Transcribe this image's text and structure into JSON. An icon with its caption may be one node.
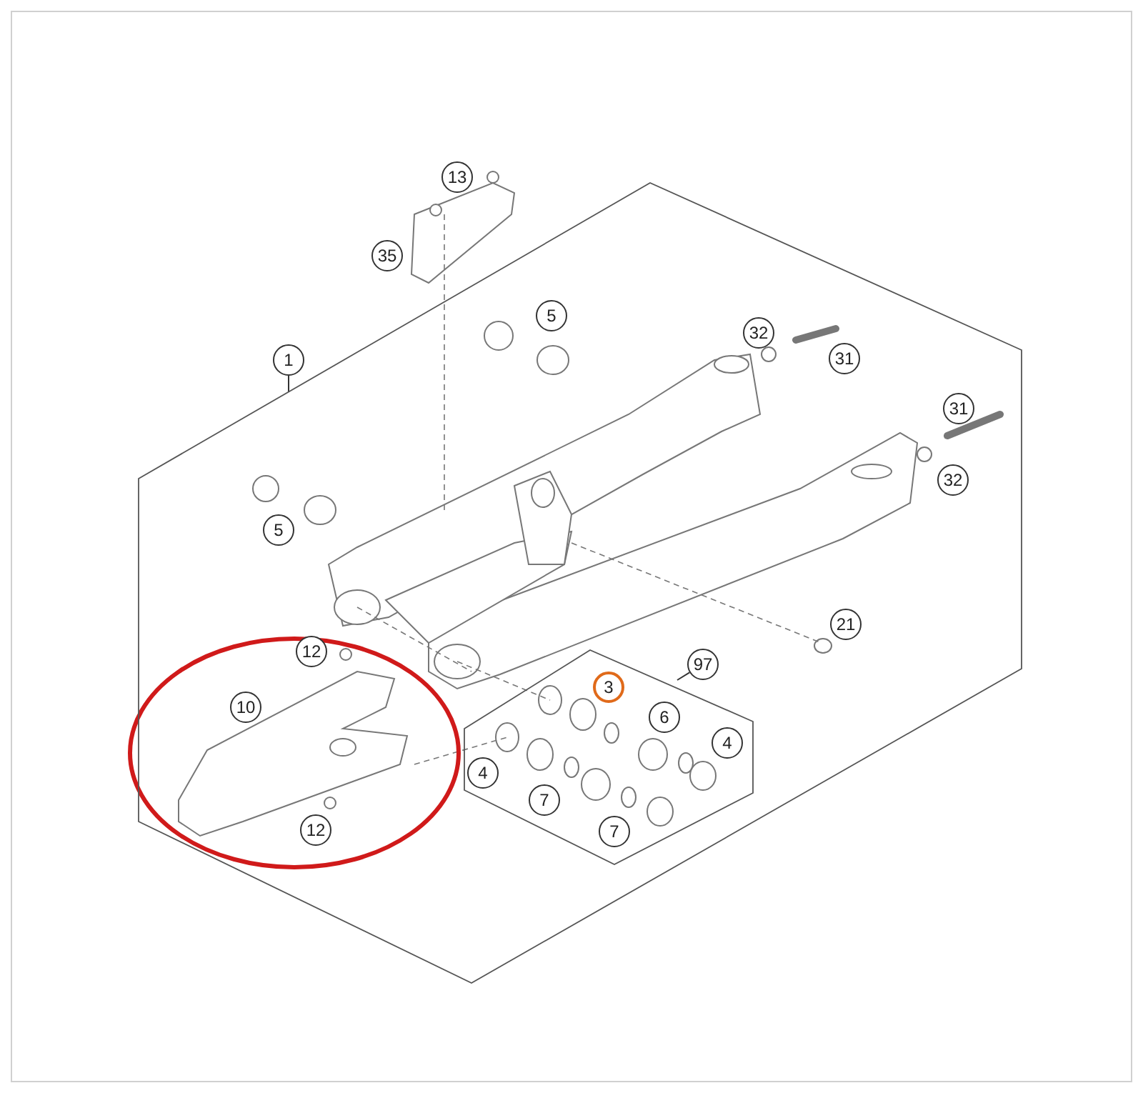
{
  "diagram": {
    "nodes": [
      {
        "text": [
          "13"
        ]
      },
      {
        "text": [
          "35"
        ]
      },
      {
        "text": [
          "1"
        ]
      },
      {
        "text": [],
        "shape": "box"
      },
      {
        "text": [
          "5"
        ],
        "in": 3
      },
      {
        "text": [
          "32"
        ],
        "in": 3
      },
      {
        "text": [
          "31"
        ],
        "in": 3
      },
      {
        "text": [
          "31"
        ],
        "in": 3
      },
      {
        "text": [
          "32"
        ],
        "in": 3
      },
      {
        "text": [
          "5"
        ],
        "in": 3
      },
      {
        "text": [
          "21"
        ],
        "in": 3
      },
      {
        "text": [
          "12"
        ],
        "in": 3
      },
      {
        "text": [
          "97"
        ],
        "in": 3
      },
      {
        "text": [],
        "shape": "box",
        "in": 3
      },
      {
        "text": [
          "3"
        ],
        "in": 13
      },
      {
        "text": [
          "10"
        ],
        "in": 3
      },
      {
        "text": [
          "6"
        ],
        "in": 13
      },
      {
        "text": [
          "4"
        ],
        "in": 13
      },
      {
        "text": [
          "4"
        ],
        "in": 13
      },
      {
        "text": [
          "7"
        ],
        "in": 13
      },
      {
        "text": [
          "12"
        ],
        "in": 3
      },
      {
        "text": [
          "7"
        ],
        "in": 13
      }
    ],
    "edges": [
      {
        "from": 2,
        "to": 3,
        "arrow": "none"
      },
      {
        "from": 12,
        "to": 13,
        "arrow": "none"
      }
    ]
  }
}
